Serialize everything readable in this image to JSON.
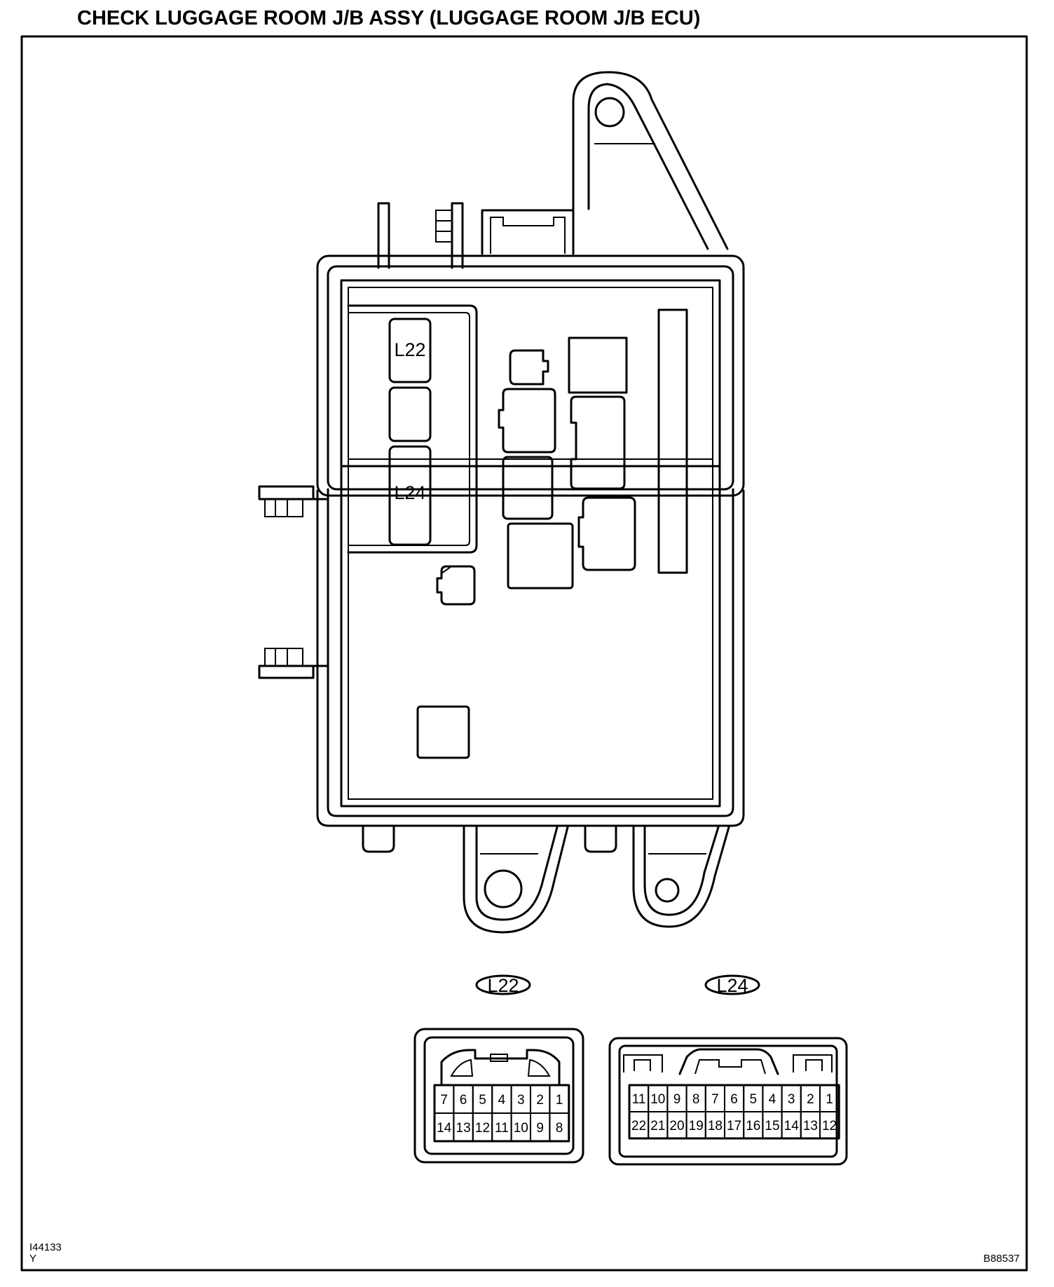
{
  "title": "CHECK LUGGAGE ROOM J/B ASSY (LUGGAGE ROOM J/B ECU)",
  "component_labels": [
    "L22",
    "L24"
  ],
  "connectors": {
    "L22": {
      "label": "L22",
      "top_row": [
        "7",
        "6",
        "5",
        "4",
        "3",
        "2",
        "1"
      ],
      "bottom_row": [
        "14",
        "13",
        "12",
        "11",
        "10",
        "9",
        "8"
      ]
    },
    "L24": {
      "label": "L24",
      "top_row": [
        "11",
        "10",
        "9",
        "8",
        "7",
        "6",
        "5",
        "4",
        "3",
        "2",
        "1"
      ],
      "bottom_row": [
        "22",
        "21",
        "20",
        "19",
        "18",
        "17",
        "16",
        "15",
        "14",
        "13",
        "12"
      ]
    }
  },
  "codes": {
    "left": "I44133",
    "left_sub": "Y",
    "right": "B88537"
  }
}
